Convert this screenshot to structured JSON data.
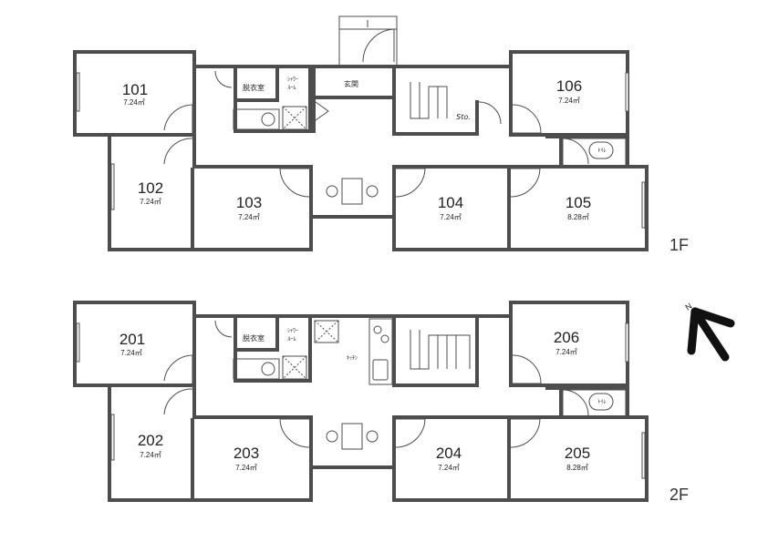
{
  "floors": [
    {
      "label": "1F",
      "rooms": [
        {
          "no": "101",
          "area": "7.24㎡"
        },
        {
          "no": "102",
          "area": "7.24㎡"
        },
        {
          "no": "103",
          "area": "7.24㎡"
        },
        {
          "no": "104",
          "area": "7.24㎡"
        },
        {
          "no": "105",
          "area": "8.28㎡"
        },
        {
          "no": "106",
          "area": "7.24㎡"
        }
      ],
      "labels": {
        "dressing": "脱衣室",
        "shower_1": "ｼｬﾜｰ",
        "shower_2": "ﾙｰﾑ",
        "entrance": "玄関",
        "storage": "Sto.",
        "toilet": "ﾄｲﾚ"
      }
    },
    {
      "label": "2F",
      "rooms": [
        {
          "no": "201",
          "area": "7.24㎡"
        },
        {
          "no": "202",
          "area": "7.24㎡"
        },
        {
          "no": "203",
          "area": "7.24㎡"
        },
        {
          "no": "204",
          "area": "7.24㎡"
        },
        {
          "no": "205",
          "area": "8.28㎡"
        },
        {
          "no": "206",
          "area": "7.24㎡"
        }
      ],
      "labels": {
        "dressing": "脱衣室",
        "shower_1": "ｼｬﾜｰ",
        "shower_2": "ﾙｰﾑ",
        "kitchen": "ｷｯﾁﾝ",
        "toilet": "ﾄｲﾚ"
      }
    }
  ],
  "compass": {
    "label": "N",
    "icon": "north-arrow-icon"
  }
}
